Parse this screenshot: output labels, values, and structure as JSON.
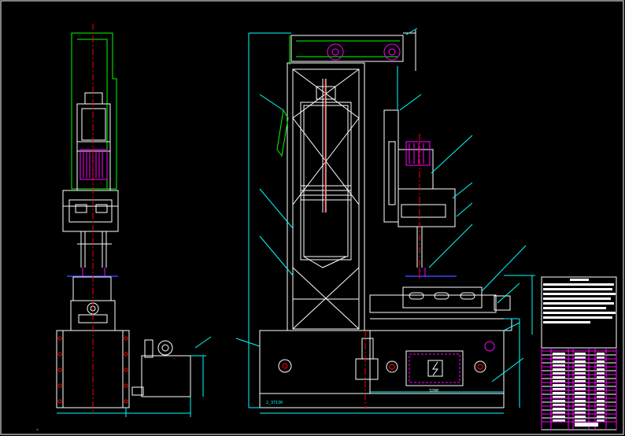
{
  "drawing": {
    "background": "#000000",
    "colors": {
      "frame": "#ffffff",
      "outline": "#ffffff",
      "guard": "#00ff00",
      "dimension": "#00ffff",
      "centerline": "#ff0000",
      "highlight": "#ff00ff",
      "blue": "#4040ff",
      "yellow": "#ffff00"
    },
    "views": [
      "side-view",
      "front-view",
      "title-block"
    ]
  },
  "dimensions": {
    "base_length": "3200",
    "side_bottom": "~",
    "base_left": "2_37130"
  }
}
